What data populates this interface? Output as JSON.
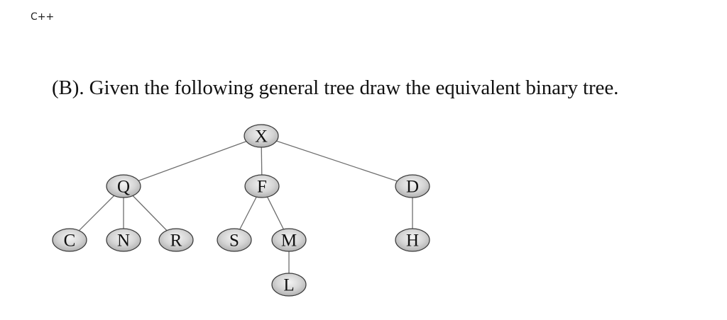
{
  "header": {
    "tag": "C++"
  },
  "question": {
    "text": "(B). Given the following general tree draw the equivalent binary tree."
  },
  "tree": {
    "nodes": [
      {
        "id": "X",
        "label": "X"
      },
      {
        "id": "Q",
        "label": "Q"
      },
      {
        "id": "F",
        "label": "F"
      },
      {
        "id": "D",
        "label": "D"
      },
      {
        "id": "C",
        "label": "C"
      },
      {
        "id": "N",
        "label": "N"
      },
      {
        "id": "R",
        "label": "R"
      },
      {
        "id": "S",
        "label": "S"
      },
      {
        "id": "M",
        "label": "M"
      },
      {
        "id": "H",
        "label": "H"
      },
      {
        "id": "L",
        "label": "L"
      }
    ],
    "edges": [
      [
        "X",
        "Q"
      ],
      [
        "X",
        "F"
      ],
      [
        "X",
        "D"
      ],
      [
        "Q",
        "C"
      ],
      [
        "Q",
        "N"
      ],
      [
        "Q",
        "R"
      ],
      [
        "F",
        "S"
      ],
      [
        "F",
        "M"
      ],
      [
        "D",
        "H"
      ],
      [
        "M",
        "L"
      ]
    ]
  }
}
